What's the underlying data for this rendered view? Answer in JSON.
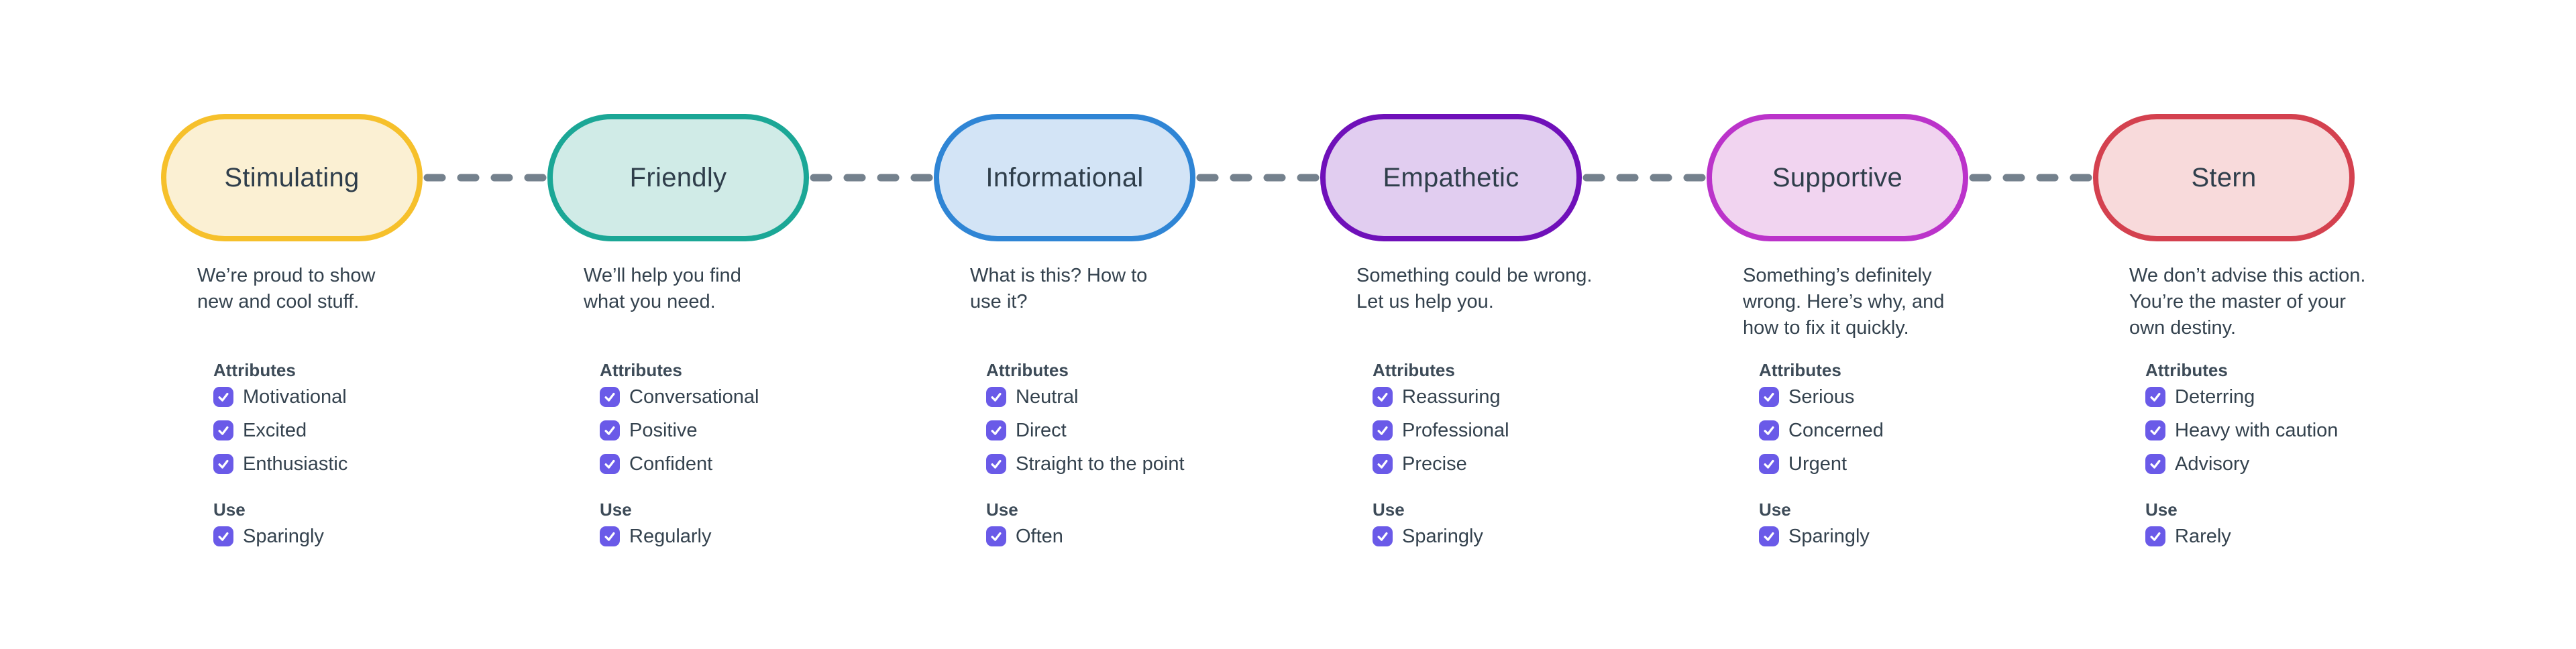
{
  "palette": {
    "background": "#FFFFFF",
    "body_text": "#34424E",
    "heading_text": "#3D4B58",
    "node_text": "#2F3E4B",
    "checkbox_fill": "#6A5AE8",
    "checkbox_check": "#FFFFFF",
    "connector": "#74818D"
  },
  "section_labels": {
    "attributes": "Attributes",
    "use": "Use"
  },
  "tones": [
    {
      "name": "Stimulating",
      "border_color": "#F6C02B",
      "fill_color": "#FBF0D3",
      "description": "We’re proud to show\nnew and cool stuff.",
      "attributes": [
        "Motivational",
        "Excited",
        "Enthusiastic"
      ],
      "use": "Sparingly"
    },
    {
      "name": "Friendly",
      "border_color": "#1BA796",
      "fill_color": "#D0EBE7",
      "description": "We’ll help you find\nwhat you need.",
      "attributes": [
        "Conversational",
        "Positive",
        "Confident"
      ],
      "use": "Regularly"
    },
    {
      "name": "Informational",
      "border_color": "#2F85D5",
      "fill_color": "#D3E4F6",
      "description": "What is this? How to\nuse it?",
      "attributes": [
        "Neutral",
        "Direct",
        "Straight to the point"
      ],
      "use": "Often"
    },
    {
      "name": "Empathetic",
      "border_color": "#6F10B9",
      "fill_color": "#E1CDF0",
      "description": "Something could be wrong.\nLet us help you.",
      "attributes": [
        "Reassuring",
        "Professional",
        "Precise"
      ],
      "use": "Sparingly"
    },
    {
      "name": "Supportive",
      "border_color": "#BB33CA",
      "fill_color": "#F1D4F0",
      "description": "Something’s definitely\nwrong. Here’s why, and\nhow to fix it quickly.",
      "attributes": [
        "Serious",
        "Concerned",
        "Urgent"
      ],
      "use": "Sparingly"
    },
    {
      "name": "Stern",
      "border_color": "#D4414F",
      "fill_color": "#F8DADB",
      "description": "We don’t advise this action.\nYou’re the master of your\nown destiny.",
      "attributes": [
        "Deterring",
        "Heavy with caution",
        "Advisory"
      ],
      "use": "Rarely"
    }
  ]
}
